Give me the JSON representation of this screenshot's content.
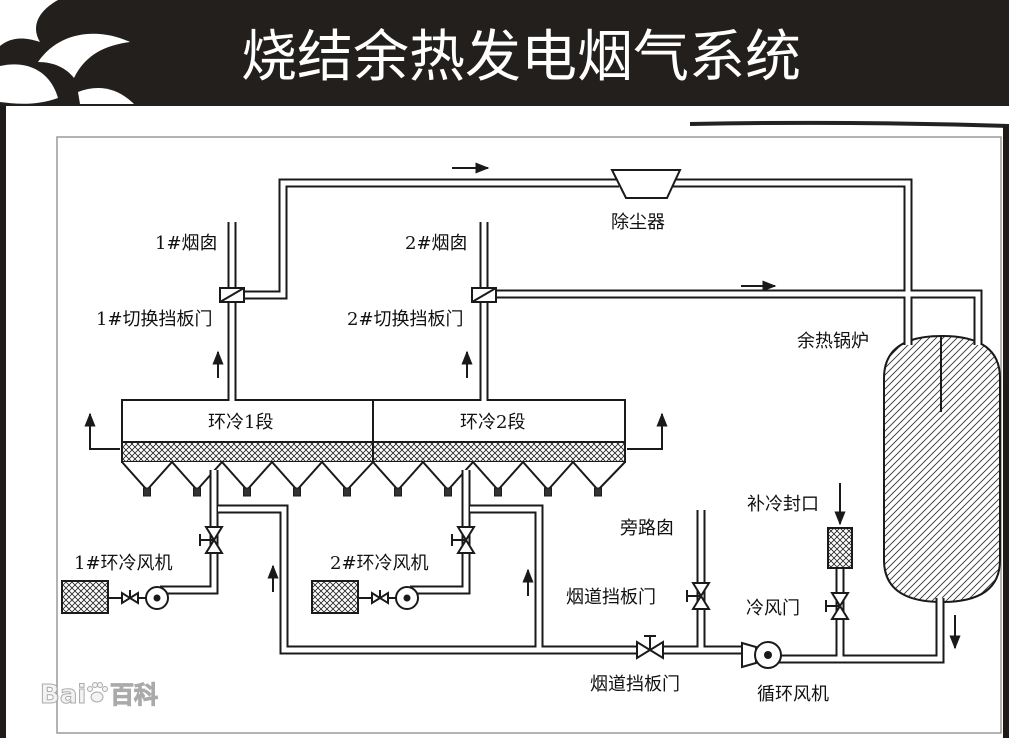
{
  "slide": {
    "title": "烧结余热发电烟气系统"
  },
  "labels": {
    "dust_collector": "除尘器",
    "stack_1": "1#烟囱",
    "stack_2": "2#烟囱",
    "switch_damper_1": "1#切换挡板门",
    "switch_damper_2": "2#切换挡板门",
    "waste_heat_boiler": "余热锅炉",
    "ring_cooler_1": "环冷1段",
    "ring_cooler_2": "环冷2段",
    "cooler_fan_1": "1#环冷风机",
    "cooler_fan_2": "2#环冷风机",
    "bypass_stack": "旁路囱",
    "bypass_damper": "烟道挡板门",
    "cold_seal_inlet": "补冷封口",
    "cold_air_door": "冷风门",
    "flue_damper": "烟道挡板门",
    "circulation_fan": "循环风机"
  },
  "watermark": {
    "left": "Bai",
    "right": "百科"
  },
  "colors": {
    "header_bg": "#221f1c",
    "title": "#ffffff"
  }
}
